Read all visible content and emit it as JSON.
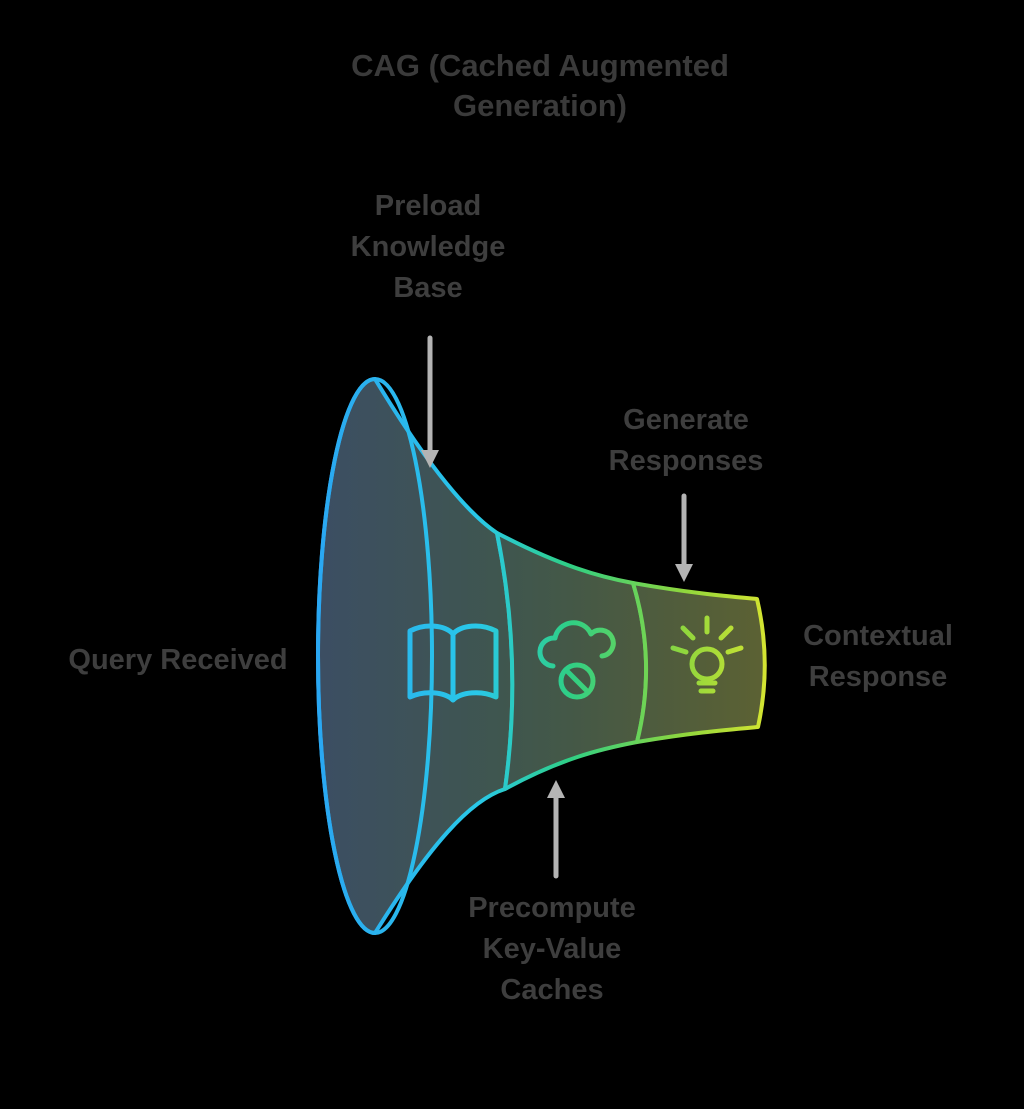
{
  "title": {
    "text": "CAG (Cached Augmented Generation)",
    "lines": [
      "CAG (Cached Augmented",
      "Generation)"
    ]
  },
  "labels": {
    "preload": {
      "text": "Preload Knowledge Base",
      "lines": [
        "Preload",
        "Knowledge",
        "Base"
      ]
    },
    "generate": {
      "text": "Generate Responses",
      "lines": [
        "Generate",
        "Responses"
      ]
    },
    "query": {
      "text": "Query Received"
    },
    "contextual": {
      "text": "Contextual Response",
      "lines": [
        "Contextual",
        "Response"
      ]
    },
    "precompute": {
      "text": "Precompute Key-Value Caches",
      "lines": [
        "Precompute",
        "Key-Value",
        "Caches"
      ]
    }
  },
  "funnel": {
    "stages": [
      {
        "label": "Preload Knowledge Base",
        "icon": "open-book-icon"
      },
      {
        "label": "Precompute Key-Value Caches",
        "icon": "cloud-offline-icon"
      },
      {
        "label": "Generate Responses",
        "icon": "lightbulb-icon"
      }
    ]
  },
  "colors": {
    "background": "#000000",
    "text": "#3e3e3e",
    "arrow": "#b4b4b4",
    "outline_blue": "#2aa7f2",
    "outline_cyan": "#29c8e8",
    "outline_green": "#2fcf85",
    "outline_lime": "#8fd63d",
    "outline_yellow": "#dce630",
    "fill_segment1": "#3c4e63",
    "fill_segment2": "#445847",
    "fill_segment3": "#5d6232"
  }
}
